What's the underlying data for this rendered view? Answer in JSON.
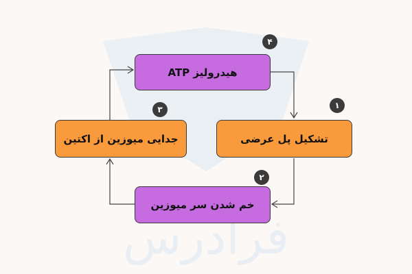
{
  "steps": [
    {
      "number": "۱",
      "label": "تشکیل پل عرضی",
      "color": "#f99a3c"
    },
    {
      "number": "۲",
      "label": "خم شدن سر میوزین",
      "color": "#c76ce0"
    },
    {
      "number": "۳",
      "label": "جدایی میوزین از اکتین",
      "color": "#f99a3c"
    },
    {
      "number": "۴",
      "label": "هیدرولیز ATP",
      "color": "#c76ce0"
    }
  ],
  "watermark": "فرادرس"
}
